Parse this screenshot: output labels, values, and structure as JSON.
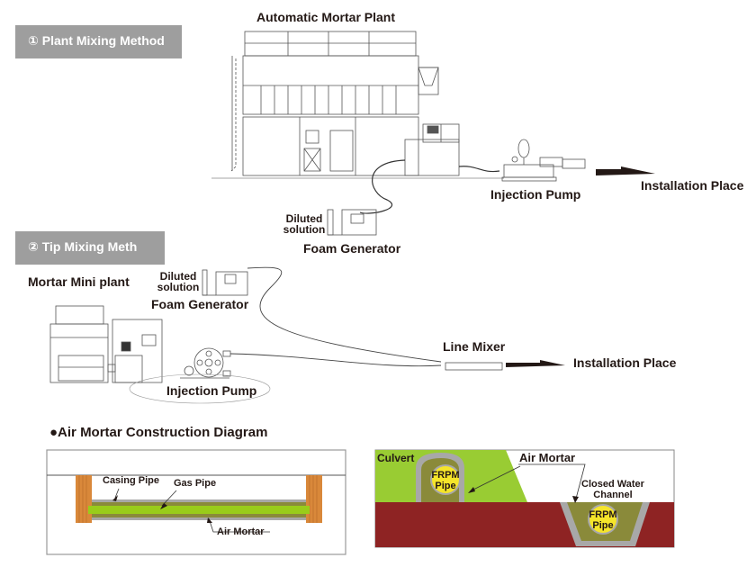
{
  "section1": {
    "tag": "① Plant Mixing Method",
    "plant_title": "Automatic Mortar Plant",
    "diluted_line1": "Diluted",
    "diluted_line2": "solution",
    "foam_generator": "Foam Generator",
    "injection_pump": "Injection Pump",
    "installation_place": "Installation Place"
  },
  "section2": {
    "tag": "② Tip Mixing Meth",
    "mini_plant": "Mortar Mini plant",
    "diluted_line1": "Diluted",
    "diluted_line2": "solution",
    "foam_generator": "Foam Generator",
    "injection_pump": "Injection Pump",
    "line_mixer": "Line Mixer",
    "installation_place": "Installation Place"
  },
  "construction": {
    "heading": "●Air Mortar Construction Diagram",
    "left": {
      "casing_pipe": "Casing Pipe",
      "gas_pipe": "Gas Pipe",
      "air_mortar": "Air Mortar"
    },
    "right": {
      "culvert": "Culvert",
      "air_mortar": "Air Mortar",
      "closed_line1": "Closed Water",
      "closed_line2": "Channel",
      "frpm_line1": "FRPM",
      "frpm_line2": "Pipe"
    }
  },
  "colors": {
    "tag_bg": "#9e9e9e",
    "text": "#231815",
    "gas_pipe": "#99cc1a",
    "mortar": "#8a8a3a",
    "casing": "#a8a8a8",
    "wood": "#d9883a",
    "soil_red": "#8e2323",
    "grass": "#99cc33",
    "frpm_yellow": "#f5e52a"
  }
}
